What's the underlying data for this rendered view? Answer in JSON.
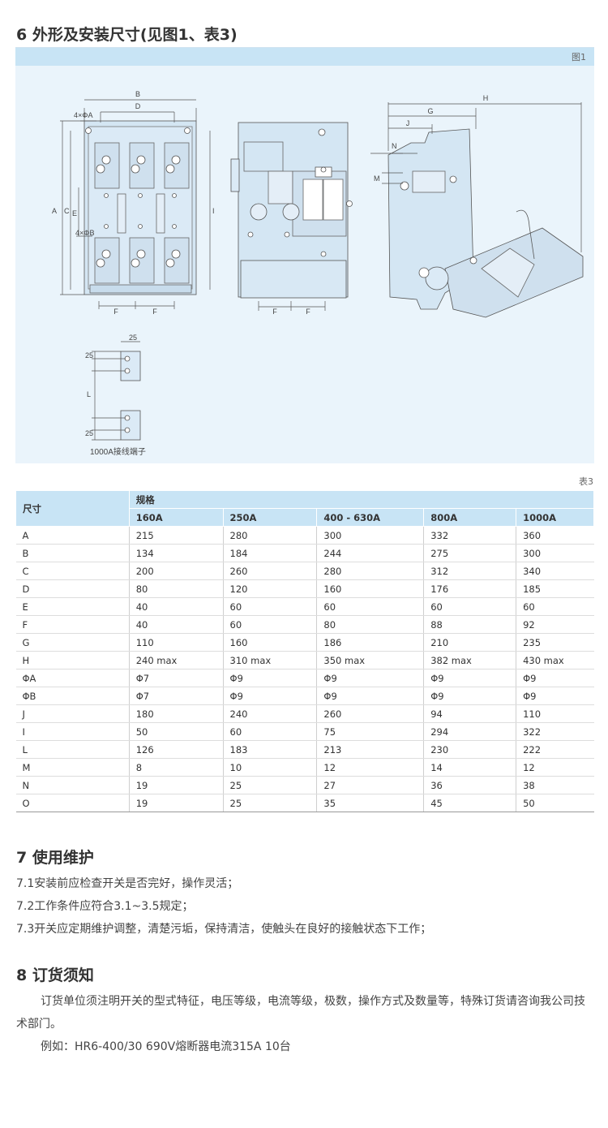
{
  "section6": {
    "title": "6 外形及安装尺寸(见图1、表3)"
  },
  "figure": {
    "label": "图1",
    "front_dims": {
      "B": "B",
      "D": "D",
      "PA": "4×ΦA",
      "A": "A",
      "C": "C",
      "E": "E",
      "PB": "4×ΦB",
      "I": "I",
      "F1": "F",
      "F2": "F"
    },
    "side_dims": {
      "F1": "F",
      "F2": "F"
    },
    "profile_dims": {
      "H": "H",
      "G": "G",
      "J": "J",
      "N": "N",
      "M": "M"
    },
    "terminal_dims": {
      "t1": "25",
      "t2": "25",
      "L": "L",
      "t3": "25"
    },
    "terminal_caption": "1000A接线端子"
  },
  "table": {
    "label": "表3",
    "size_header": "尺寸",
    "spec_header": "规格",
    "columns": [
      "160A",
      "250A",
      "400 - 630A",
      "800A",
      "1000A"
    ],
    "rows": [
      {
        "name": "A",
        "values": [
          "215",
          "280",
          "300",
          "332",
          "360"
        ]
      },
      {
        "name": "B",
        "values": [
          "134",
          "184",
          "244",
          "275",
          "300"
        ]
      },
      {
        "name": "C",
        "values": [
          "200",
          "260",
          "280",
          "312",
          "340"
        ]
      },
      {
        "name": "D",
        "values": [
          "80",
          "120",
          "160",
          "176",
          "185"
        ]
      },
      {
        "name": "E",
        "values": [
          "40",
          "60",
          "60",
          "60",
          "60"
        ]
      },
      {
        "name": "F",
        "values": [
          "40",
          "60",
          "80",
          "88",
          "92"
        ]
      },
      {
        "name": "G",
        "values": [
          "110",
          "160",
          "186",
          "210",
          "235"
        ]
      },
      {
        "name": "H",
        "values": [
          "240 max",
          "310 max",
          "350 max",
          "382 max",
          "430 max"
        ]
      },
      {
        "name": "ΦA",
        "values": [
          "Φ7",
          "Φ9",
          "Φ9",
          "Φ9",
          "Φ9"
        ]
      },
      {
        "name": "ΦB",
        "values": [
          "Φ7",
          "Φ9",
          "Φ9",
          "Φ9",
          "Φ9"
        ]
      },
      {
        "name": "J",
        "values": [
          "180",
          "240",
          "260",
          "94",
          "110"
        ]
      },
      {
        "name": "I",
        "values": [
          "50",
          "60",
          "75",
          "294",
          "322"
        ]
      },
      {
        "name": "L",
        "values": [
          "126",
          "183",
          "213",
          "230",
          "222"
        ]
      },
      {
        "name": "M",
        "values": [
          "8",
          "10",
          "12",
          "14",
          "12"
        ]
      },
      {
        "name": "N",
        "values": [
          "19",
          "25",
          "27",
          "36",
          "38"
        ]
      },
      {
        "name": "O",
        "values": [
          "19",
          "25",
          "35",
          "45",
          "50"
        ]
      }
    ]
  },
  "section7": {
    "title": "7 使用维护",
    "items": [
      "7.1安装前应检查开关是否完好，操作灵活；",
      "7.2工作条件应符合3.1~3.5规定；",
      "7.3开关应定期维护调整，清楚污垢，保持清洁，使触头在良好的接触状态下工作；"
    ]
  },
  "section8": {
    "title": "8 订货须知",
    "paragraph": "订货单位须注明开关的型式特征，电压等级，电流等级，极数，操作方式及数量等，特殊订货请咨询我公司技术部门。",
    "example": "例如：HR6-400/30   690V熔断器电流315A  10台"
  },
  "colors": {
    "header_bg": "#c8e4f5",
    "figure_bg": "#eaf4fb",
    "line": "#555555",
    "fill": "#d4e6f3"
  }
}
